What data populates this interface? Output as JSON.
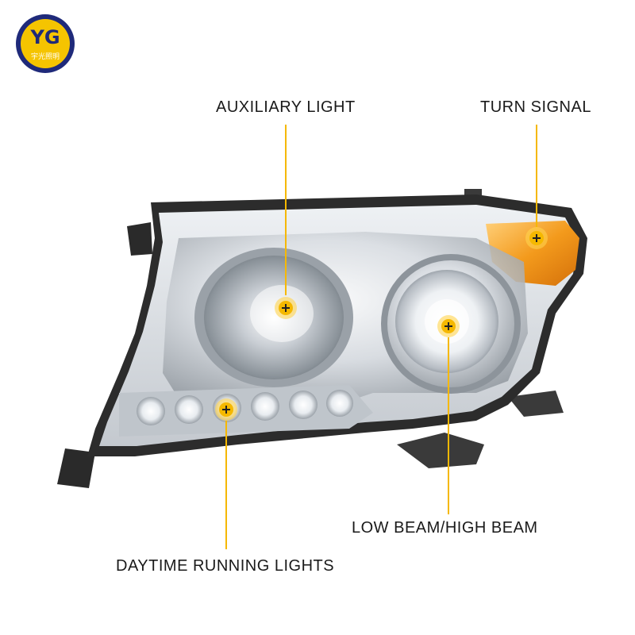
{
  "brand": {
    "logo_initials": "YG",
    "logo_caption": "宇光照明",
    "ring_color": "#1f2a7a",
    "badge_color": "#f5c400"
  },
  "callouts": {
    "auxiliary_light": "AUXILIARY LIGHT",
    "turn_signal": "TURN SIGNAL",
    "low_high_beam": "LOW BEAM/HIGH BEAM",
    "daytime_running_lights": "DAYTIME RUNNING LIGHTS"
  },
  "colors": {
    "marker": "#f5b800",
    "leader_line": "#f5b800",
    "amber_lens": "#f39a1c",
    "housing_dark": "#2a2a2a",
    "chrome": "#cfd4d9"
  },
  "icons": {
    "marker_icon": "plus-target-icon"
  }
}
